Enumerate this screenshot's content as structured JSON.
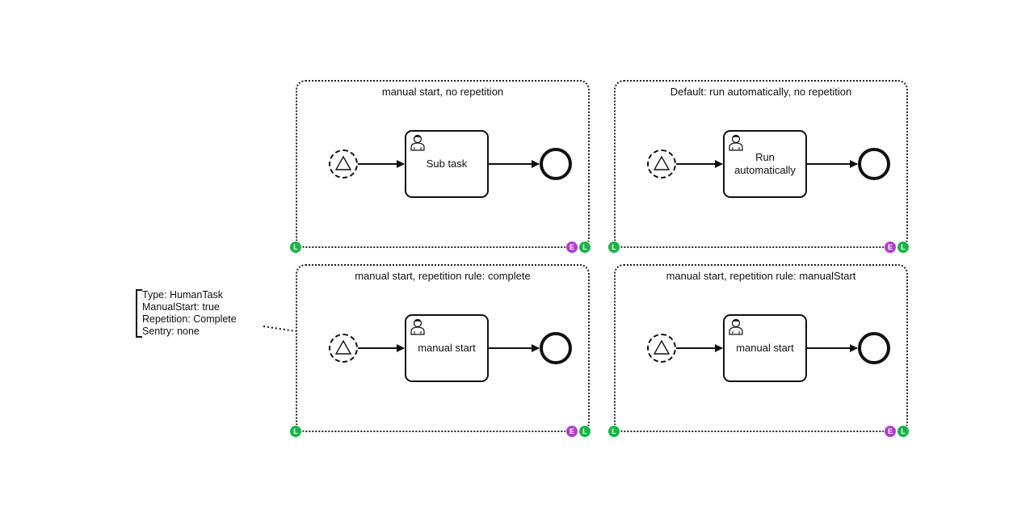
{
  "stages": [
    {
      "title": "manual start, no repetition",
      "task_label": "Sub task",
      "end_markers": [
        "E",
        "L"
      ]
    },
    {
      "title": "Default: run automatically, no repetition",
      "task_label": "Run\nautomatically",
      "end_markers": [
        "E",
        "L"
      ]
    },
    {
      "title": "manual start, repetition rule: complete",
      "task_label": "manual start",
      "end_markers": [
        "E",
        "L"
      ]
    },
    {
      "title": "manual start, repetition rule: manualStart",
      "task_label": "manual start",
      "end_markers": [
        "E",
        "L"
      ]
    }
  ],
  "entry_marker": "L",
  "task_icon": "user-icon",
  "start_event_icon": "triangle-icon",
  "colors": {
    "entry_marker": "#17b54a",
    "exit_marker": "#b23ccf",
    "stroke": "#111111"
  },
  "annotation": {
    "lines": [
      "Type: HumanTask",
      "ManualStart: true",
      "Repetition: Complete",
      "Sentry: none"
    ]
  }
}
